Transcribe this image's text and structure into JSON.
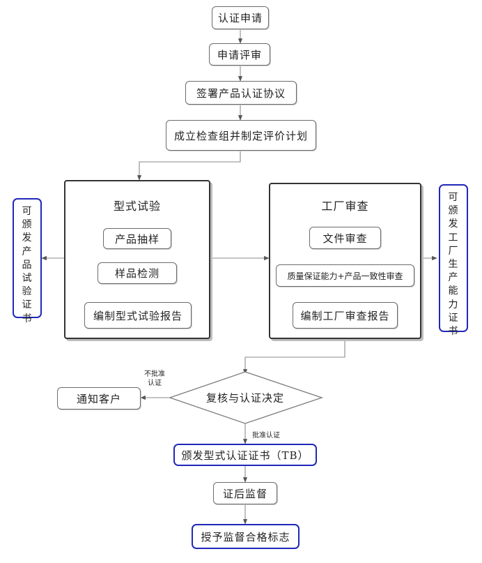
{
  "steps": {
    "apply": "认证申请",
    "review": "申请评审",
    "sign": "签署产品认证协议",
    "plan": "成立检查组并制定评价计划"
  },
  "type_test": {
    "title": "型式试验",
    "sampling": "产品抽样",
    "testing": "样品检测",
    "report": "编制型式试验报告"
  },
  "factory_audit": {
    "title": "工厂审查",
    "documents": "文件审查",
    "quality": "质量保证能力+产品一致性审查",
    "report": "编制工厂审查报告"
  },
  "side_notes": {
    "left": [
      "可",
      "颁",
      "发",
      "产",
      "品",
      "试",
      "验",
      "证",
      "书"
    ],
    "right": [
      "可",
      "颁",
      "发",
      "工",
      "厂",
      "生",
      "产",
      "能",
      "力",
      "证",
      "书"
    ]
  },
  "decision": {
    "label": "复核与认证决定",
    "reject": [
      "不批准",
      "认证"
    ],
    "approve": "批准认证",
    "notify": "通知客户"
  },
  "final": {
    "issue": "颁发型式认证证书（TB）",
    "supervision": "证后监督",
    "mark": "授予监督合格标志"
  },
  "colors": {
    "highlight_border": "#1f27b8",
    "line": "#888888",
    "box_border": "#333333"
  }
}
